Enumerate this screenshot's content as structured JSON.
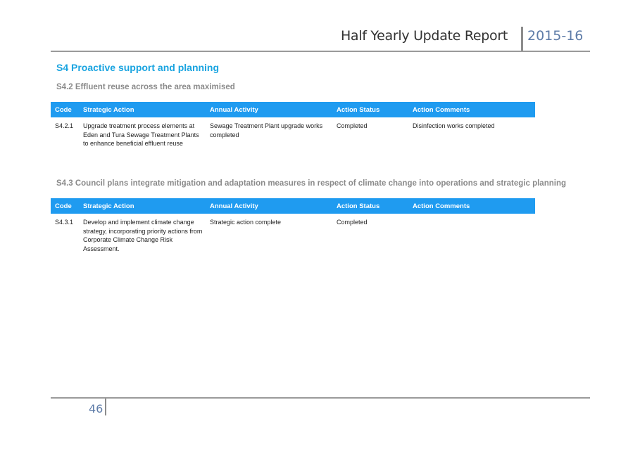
{
  "header": {
    "title": "Half Yearly Update Report",
    "year": "2015-16"
  },
  "section": {
    "title": "S4 Proactive support and planning"
  },
  "table_headers": {
    "code": "Code",
    "strategic_action": "Strategic Action",
    "annual_activity": "Annual Activity",
    "action_status": "Action Status",
    "action_comments": "Action Comments"
  },
  "subsections": [
    {
      "title": "S4.2 Effluent reuse across the area maximised",
      "rows": [
        {
          "code": "S4.2.1",
          "strategic_action": "Upgrade treatment process elements at Eden and Tura Sewage Treatment Plants to enhance beneficial effluent reuse",
          "annual_activity": "Sewage Treatment Plant upgrade works completed",
          "action_status": "Completed",
          "action_comments": "Disinfection works completed"
        }
      ]
    },
    {
      "title": "S4.3 Council plans integrate mitigation and adaptation measures in respect of climate change into operations and strategic planning",
      "rows": [
        {
          "code": "S4.3.1",
          "strategic_action": "Develop and implement climate change strategy, incorporating priority actions from Corporate Climate Change Risk Assessment.",
          "annual_activity": "Strategic action complete",
          "action_status": "Completed",
          "action_comments": ""
        }
      ]
    }
  ],
  "footer": {
    "page_number": "46"
  },
  "colors": {
    "table_header_bg": "#1f9bf0",
    "section_title": "#1aa4e0",
    "subsection_title": "#8a8a8a",
    "year_accent": "#5e7ca8"
  }
}
